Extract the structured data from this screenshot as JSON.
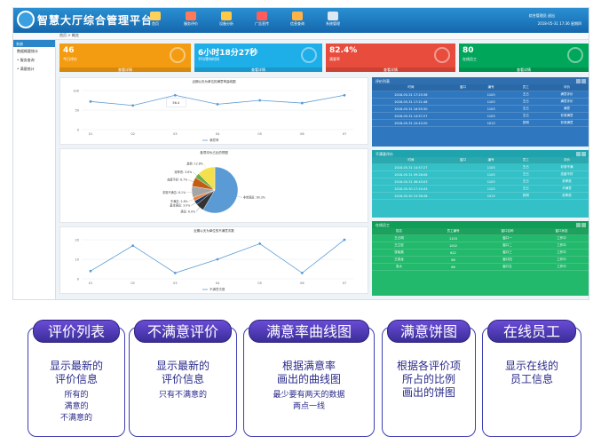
{
  "app": {
    "title": "智慧大厅综合管理平台"
  },
  "nav": [
    {
      "label": "首页"
    },
    {
      "label": "服务评价"
    },
    {
      "label": "设备分析"
    },
    {
      "label": "广告宣传"
    },
    {
      "label": "信息查询"
    },
    {
      "label": "系统管理"
    }
  ],
  "header": {
    "user": "综合管理员 退出",
    "clock": "2018-05-31 17:36 星期四"
  },
  "breadcrumb": "首页 > 概览",
  "sidebar": {
    "title": "系统",
    "items": [
      {
        "label": "数据概要统计"
      },
      {
        "label": "• 服务查询"
      },
      {
        "label": "• 满意统计"
      }
    ]
  },
  "cards": [
    {
      "value": "46",
      "label": "今日评价",
      "footer": "查看详情",
      "color": "#f39c12"
    },
    {
      "value": "6小时18分27秒",
      "label": "平均等待时间",
      "footer": "查看详情",
      "color": "#1eaee8"
    },
    {
      "value": "82.4%",
      "label": "满意率",
      "footer": "查看详情",
      "color": "#e74c3c"
    },
    {
      "value": "80",
      "label": "在线员工",
      "footer": "查看详情",
      "color": "#00a65a"
    }
  ],
  "charts": [
    {
      "title": "近期以天为单位的满意率曲线图",
      "legend": "满意率",
      "tooltip": "56.4",
      "y_ticks": [
        "100",
        "50",
        "0"
      ],
      "chart_data": {
        "type": "line",
        "x": [
          "01",
          "02",
          "03",
          "04",
          "05",
          "06",
          "07"
        ],
        "values": [
          72,
          62,
          88,
          65,
          75,
          68,
          88
        ],
        "ylim": [
          0,
          100
        ]
      }
    },
    {
      "title": "各项评价占比的饼图",
      "chart_data": {
        "type": "pie",
        "labels": [
          "非常满意: 60.3%",
          "满意: 6.0%",
          "基本满意: 3.0%",
          "不满意: 2.6%",
          "非常不满意: 8.1%",
          "态度不好: 6.7%",
          "效率低: 3.6%",
          "其他: 12.8%"
        ],
        "values": [
          60.3,
          6.0,
          3.0,
          2.6,
          8.1,
          6.7,
          3.6,
          12.8
        ],
        "colors": [
          "#5b9bd5",
          "#333333",
          "#1f3864",
          "#ed7d31",
          "#a5a5a5",
          "#c55a11",
          "#70ad47",
          "#f4e04d"
        ]
      }
    },
    {
      "title": "近期以天为单位的不满意次数",
      "legend": "不满意次数",
      "y_ticks": [
        "20",
        "10",
        "0"
      ],
      "chart_data": {
        "type": "line",
        "x": [
          "01",
          "02",
          "03",
          "04",
          "05",
          "06",
          "07"
        ],
        "values": [
          4,
          17,
          3,
          10,
          18,
          3,
          20
        ],
        "ylim": [
          0,
          20
        ]
      }
    }
  ],
  "tables": [
    {
      "title": "评价列表",
      "color": "#2f6fb0",
      "rowcolor": "#2f78c0",
      "header": [
        "时间",
        "窗口",
        "编号",
        "员工",
        "评价"
      ],
      "rows": [
        [
          "2018-05-31 17:25:36",
          "",
          "1103",
          "王占",
          "满意评价"
        ],
        [
          "2018-05-31 17:21:48",
          "",
          "1103",
          "王占",
          "满意评价"
        ],
        [
          "2018-05-31 16:55:30",
          "",
          "1103",
          "王占",
          "满意"
        ],
        [
          "2018-05-31 14:57:27",
          "",
          "1103",
          "王占",
          "非常满意"
        ],
        [
          "2018-05-31 10:43:20",
          "",
          "1013",
          "张明",
          "非常满意"
        ]
      ]
    },
    {
      "title": "不满意评价",
      "color": "#1fa3ad",
      "rowcolor": "#33c1c7",
      "header": [
        "时间",
        "窗口",
        "编号",
        "员工",
        "评价"
      ],
      "rows": [
        [
          "2018-05-31 14:57:27",
          "",
          "1103",
          "王占",
          "非常不满"
        ],
        [
          "2018-05-31 09:28:06",
          "",
          "1103",
          "王占",
          "态度不好"
        ],
        [
          "2018-05-31 08:45:03",
          "",
          "1103",
          "王占",
          "效率低"
        ],
        [
          "2018-05-30 17:10:43",
          "",
          "1103",
          "王占",
          "不满意"
        ],
        [
          "2018-05-30 15:36:28",
          "",
          "1013",
          "张明",
          "效率低"
        ]
      ]
    },
    {
      "title": "在线员工",
      "color": "#0f9d58",
      "rowcolor": "#22b96c",
      "header": [
        "姓名",
        "员工编号",
        "窗口名称",
        "窗口状态"
      ],
      "rows": [
        [
          "王占明",
          "1103",
          "窗口一",
          "工作中"
        ],
        [
          "王立宏",
          "1002",
          "窗口二",
          "工作中"
        ],
        [
          "张晓燕",
          "622",
          "窗口三",
          "工作中"
        ],
        [
          "王成龙",
          "68",
          "窗口四",
          "工作中"
        ],
        [
          "张大",
          "66",
          "窗口五",
          "工作中"
        ]
      ]
    }
  ],
  "features": [
    {
      "title": "评价列表",
      "lines": [
        "显示最新的",
        "评价信息"
      ],
      "notes": [
        "所有的",
        "满意的",
        "不满意的"
      ]
    },
    {
      "title": "不满意评价",
      "lines": [
        "显示最新的",
        "评价信息"
      ],
      "notes": [
        "只有不满意的"
      ]
    },
    {
      "title": "满意率曲线图",
      "lines": [
        "根据满意率",
        "画出的曲线图"
      ],
      "notes": [
        "最少要有两天的数据",
        "两点一线"
      ]
    },
    {
      "title": "满意饼图",
      "lines": [
        "根据各评价项",
        "所占的比例",
        "画出的饼图"
      ],
      "notes": []
    },
    {
      "title": "在线员工",
      "lines": [
        "显示在线的",
        "员工信息"
      ],
      "notes": []
    }
  ]
}
